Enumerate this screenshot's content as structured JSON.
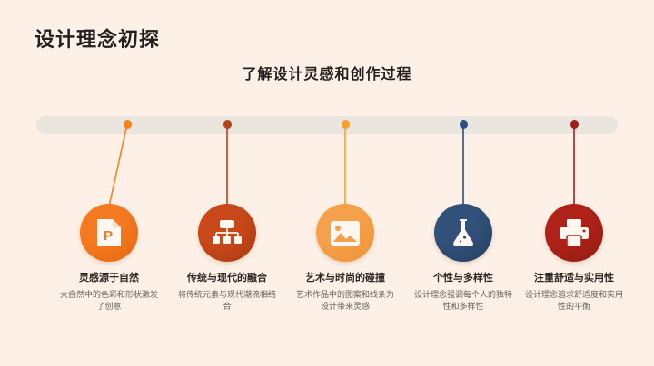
{
  "slide": {
    "background_color": "#FDF0E6",
    "title": "设计理念初探",
    "subtitle": "了解设计灵感和创作过程"
  },
  "timeline": {
    "bar_color": "#EAE5DF",
    "nodes": [
      {
        "label": "灵感源于自然",
        "description": "大自然中的色彩和形状激发了创意",
        "icon": "file-presentation-icon",
        "color": "#F47920",
        "color_dark": "#E2690F",
        "dot_color": "#F58220"
      },
      {
        "label": "传统与现代的融合",
        "description": "将传统元素与现代潮流相结合",
        "icon": "sitemap-hierarchy-icon",
        "color": "#C8481A",
        "color_dark": "#A93B12",
        "dot_color": "#B8431A"
      },
      {
        "label": "艺术与时尚的碰撞",
        "description": "艺术作品中的图案和线条为设计带来灵感",
        "icon": "image-picture-icon",
        "color": "#F5A04A",
        "color_dark": "#EE9234",
        "dot_color": "#F5A227"
      },
      {
        "label": "个性与多样性",
        "description": "设计理念强调每个人的独特性和多样性",
        "icon": "flask-beaker-icon",
        "color": "#31507A",
        "color_dark": "#25405F",
        "dot_color": "#2E5180"
      },
      {
        "label": "注重舒适与实用性",
        "description": "设计理念追求舒适度和实用性的平衡",
        "icon": "printer-icon",
        "color": "#AF2218",
        "color_dark": "#8E1A12",
        "dot_color": "#9E2018"
      }
    ]
  }
}
